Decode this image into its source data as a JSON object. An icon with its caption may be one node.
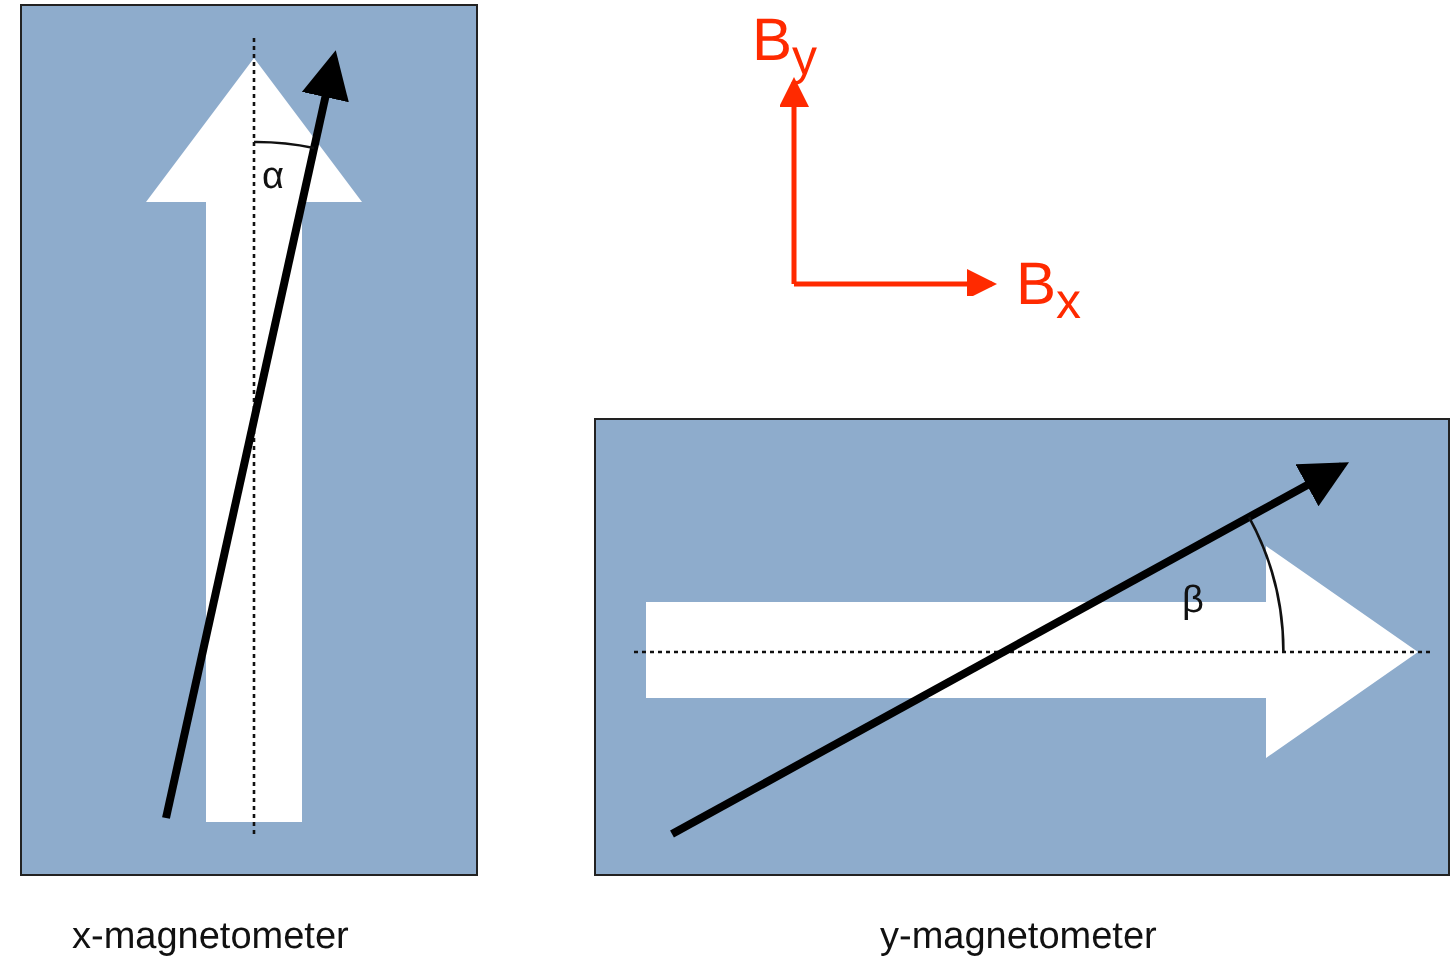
{
  "diagram": {
    "nodes": [
      {
        "text": [
          "α"
        ],
        "beside": [
          "x-magnetometer"
        ]
      },
      {
        "text": [
          "β"
        ],
        "beside": [
          "y-magnetometer"
        ]
      }
    ],
    "labels": [
      "B$_{y}$",
      "B$_{x}$"
    ]
  }
}
